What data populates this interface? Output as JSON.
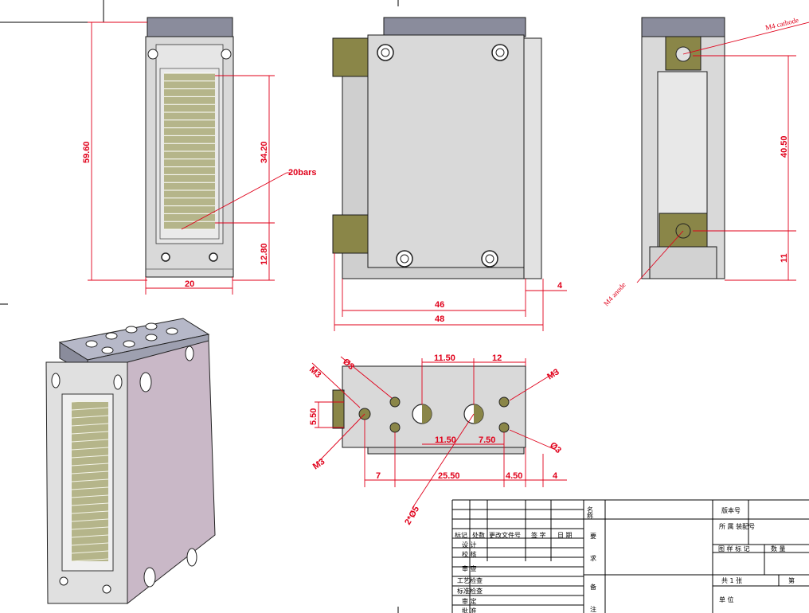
{
  "colors": {
    "dimension": "#e0001a",
    "body_gray": "#d9d9d9",
    "cap_steel": "#8a8c9c",
    "side_purple": "#c9b8c7",
    "bars_olive": "#b5b58a",
    "connector_olive": "#8a8648"
  },
  "front_view": {
    "dims": {
      "height": "59.60",
      "emit": "34.20",
      "bottom": "12.80",
      "width": "20"
    },
    "callout": "20bars"
  },
  "side_view": {
    "dims": {
      "inner": "46",
      "total": "48",
      "right": "4"
    }
  },
  "right_view": {
    "dims": {
      "pitch": "40.50",
      "bottom": "11"
    },
    "callouts": {
      "cathode": "M4 cathode",
      "anode": "M4 anode"
    }
  },
  "top_view": {
    "dims": {
      "d1": "11.50",
      "d2": "12",
      "d3": "11.50",
      "d4": "7.50",
      "d5": "5.50",
      "d6": "7",
      "d7": "25.50",
      "d8": "4.50",
      "d9": "4"
    },
    "callouts": {
      "m3_tl": "M3",
      "m3_bl": "M3",
      "m3_tr": "M3",
      "phi3_t": "Ø3",
      "phi3_b": "Ø3",
      "holes": "2*Ø5"
    }
  },
  "title_block": {
    "header": [
      "标记",
      "处数",
      "更改文件号",
      "签 字",
      "日 期"
    ],
    "rows": [
      "设 计",
      "校 核",
      "审 查",
      "工艺检查",
      "标准检查",
      "审 定",
      "批 准"
    ],
    "col_a": [
      "名称",
      "要",
      "求",
      "备",
      "注"
    ],
    "right": {
      "version": "版本号",
      "assembly": "所 属 装配号",
      "mark": "图 样 标 记",
      "qty": "数 量",
      "sheets": "共 1 张",
      "sheet_no": "第",
      "unit": "单 位"
    }
  }
}
